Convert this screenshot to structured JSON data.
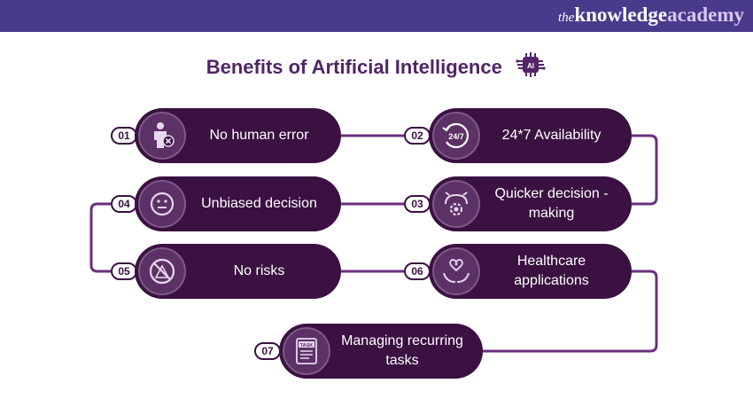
{
  "brand": {
    "the": "the",
    "knowledge": "knowledge",
    "academy": "academy"
  },
  "title": "Benefits of Artificial Intelligence",
  "title_icon_text": "AI",
  "items": [
    {
      "num": "01",
      "label": "No human error",
      "icon": "human-error-icon"
    },
    {
      "num": "02",
      "label": "24*7 Availability",
      "icon": "clock-24-7-icon",
      "icon_text": "24/7"
    },
    {
      "num": "03",
      "label": "Quicker decision -making",
      "icon": "gear-decision-icon"
    },
    {
      "num": "04",
      "label": "Unbiased decision",
      "icon": "neutral-face-icon"
    },
    {
      "num": "05",
      "label": "No risks",
      "icon": "no-risk-icon"
    },
    {
      "num": "06",
      "label": "Healthcare applications",
      "icon": "healthcare-hands-icon"
    },
    {
      "num": "07",
      "label": "Managing recurring tasks",
      "icon": "task-list-icon",
      "icon_text": "TASK"
    }
  ],
  "colors": {
    "banner": "#4a3a8c",
    "pill": "#3a1141",
    "icon_circle": "#5c3165",
    "title": "#512567",
    "connector": "#6b2f7c"
  }
}
